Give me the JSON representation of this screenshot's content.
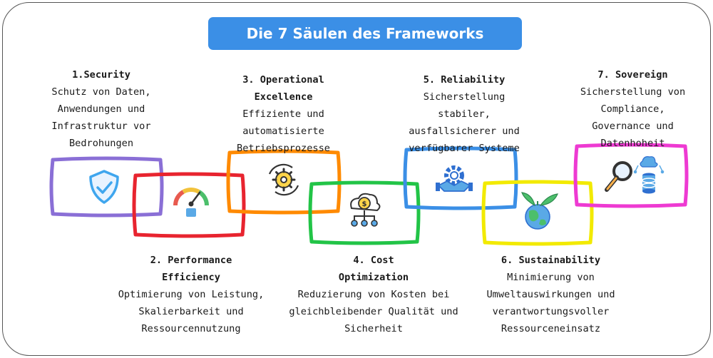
{
  "title": "Die 7 Säulen des Frameworks",
  "pillars": [
    {
      "heading": "1.Security",
      "text": "Schutz von Daten, Anwendungen und Infrastruktur vor Bedrohungen",
      "color": "#8a6fd6",
      "icon": "shield-check-icon"
    },
    {
      "heading": "2. Performance Efficiency",
      "text": "Optimierung von Leistung, Skalierbarkeit und Ressourcennutzung",
      "color": "#e8242f",
      "icon": "speedometer-icon"
    },
    {
      "heading": "3. Operational Excellence",
      "text": "Effiziente und automatisierte Betriebsprozesse",
      "color": "#ff8a00",
      "icon": "gear-automation-icon"
    },
    {
      "heading": "4. Cost Optimization",
      "text": "Reduzierung von Kosten bei gleichbleibender Qualität und Sicherheit",
      "color": "#22c447",
      "icon": "cloud-dollar-icon"
    },
    {
      "heading": "5. Reliability",
      "text": "Sicherstellung stabiler, ausfallsicherer und verfügbarer Systeme",
      "color": "#3b8fe6",
      "icon": "handshake-gear-icon"
    },
    {
      "heading": "6. Sustainability",
      "text": "Minimierung von Umweltauswirkungen und verantwortungsvoller Ressourceneinsatz",
      "color": "#f2ea00",
      "icon": "earth-leaves-icon"
    },
    {
      "heading": "7. Sovereign",
      "text": "Sicherstellung von Compliance, Governance und Datenhoheit",
      "color": "#ee3ad2",
      "icon": "magnifier-cloud-data-icon"
    }
  ]
}
